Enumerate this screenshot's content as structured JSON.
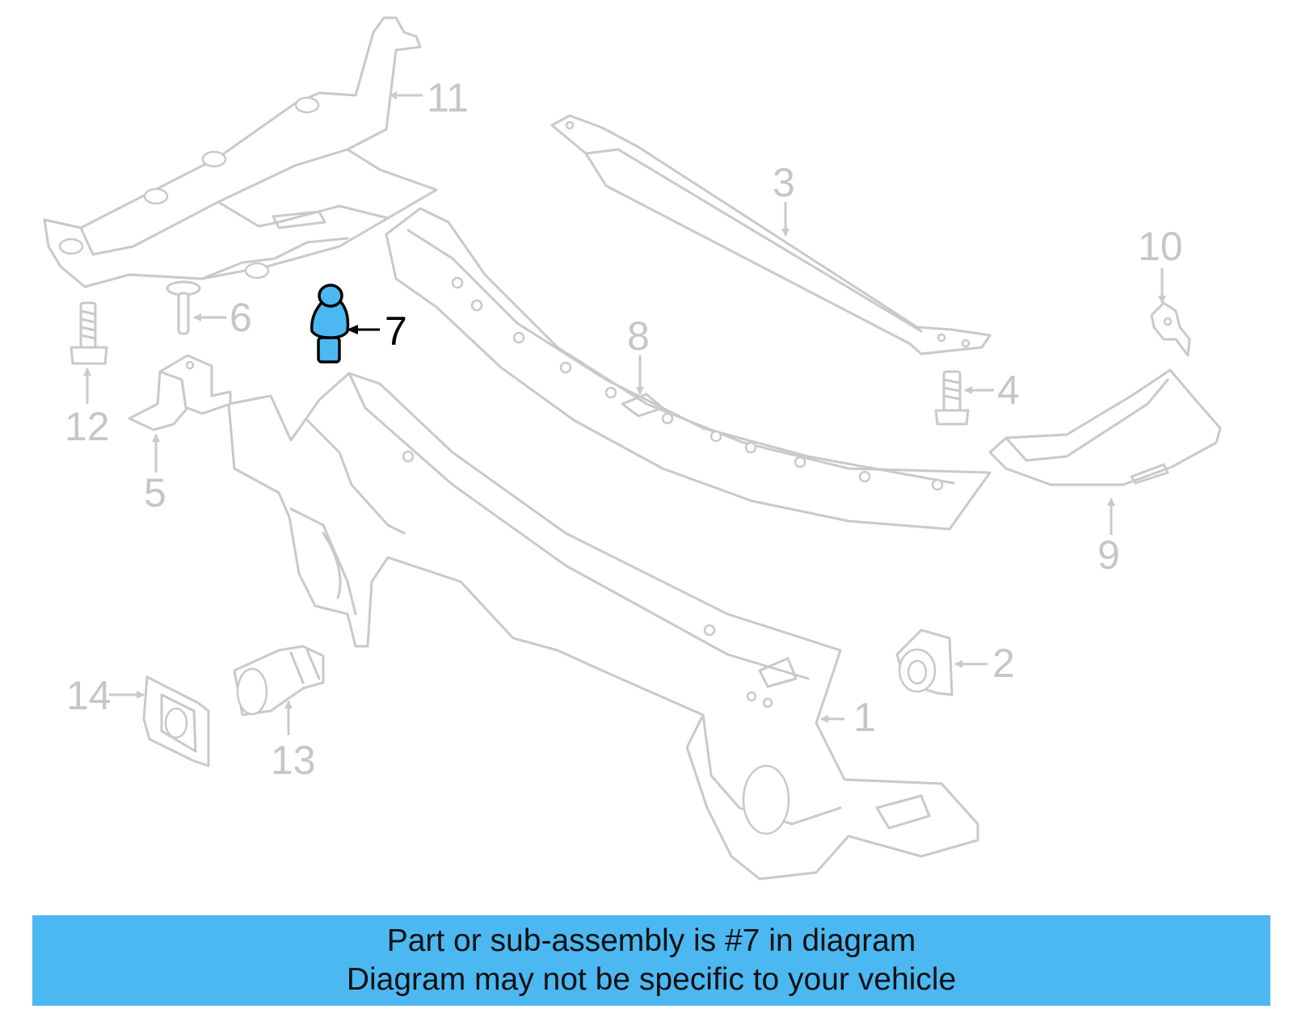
{
  "diagram": {
    "callouts": {
      "c1": "1",
      "c2": "2",
      "c3": "3",
      "c4": "4",
      "c5": "5",
      "c6": "6",
      "c7": "7",
      "c8": "8",
      "c9": "9",
      "c10": "10",
      "c11": "11",
      "c12": "12",
      "c13": "13",
      "c14": "14"
    },
    "highlight_part": "7",
    "colors": {
      "highlight": "#4cb8f2",
      "lines": "#c9c9c9",
      "banner": "#4cb8f2"
    }
  },
  "banner": {
    "line1": "Part or sub-assembly is #7 in diagram",
    "line2": "Diagram may not be specific to your vehicle"
  }
}
